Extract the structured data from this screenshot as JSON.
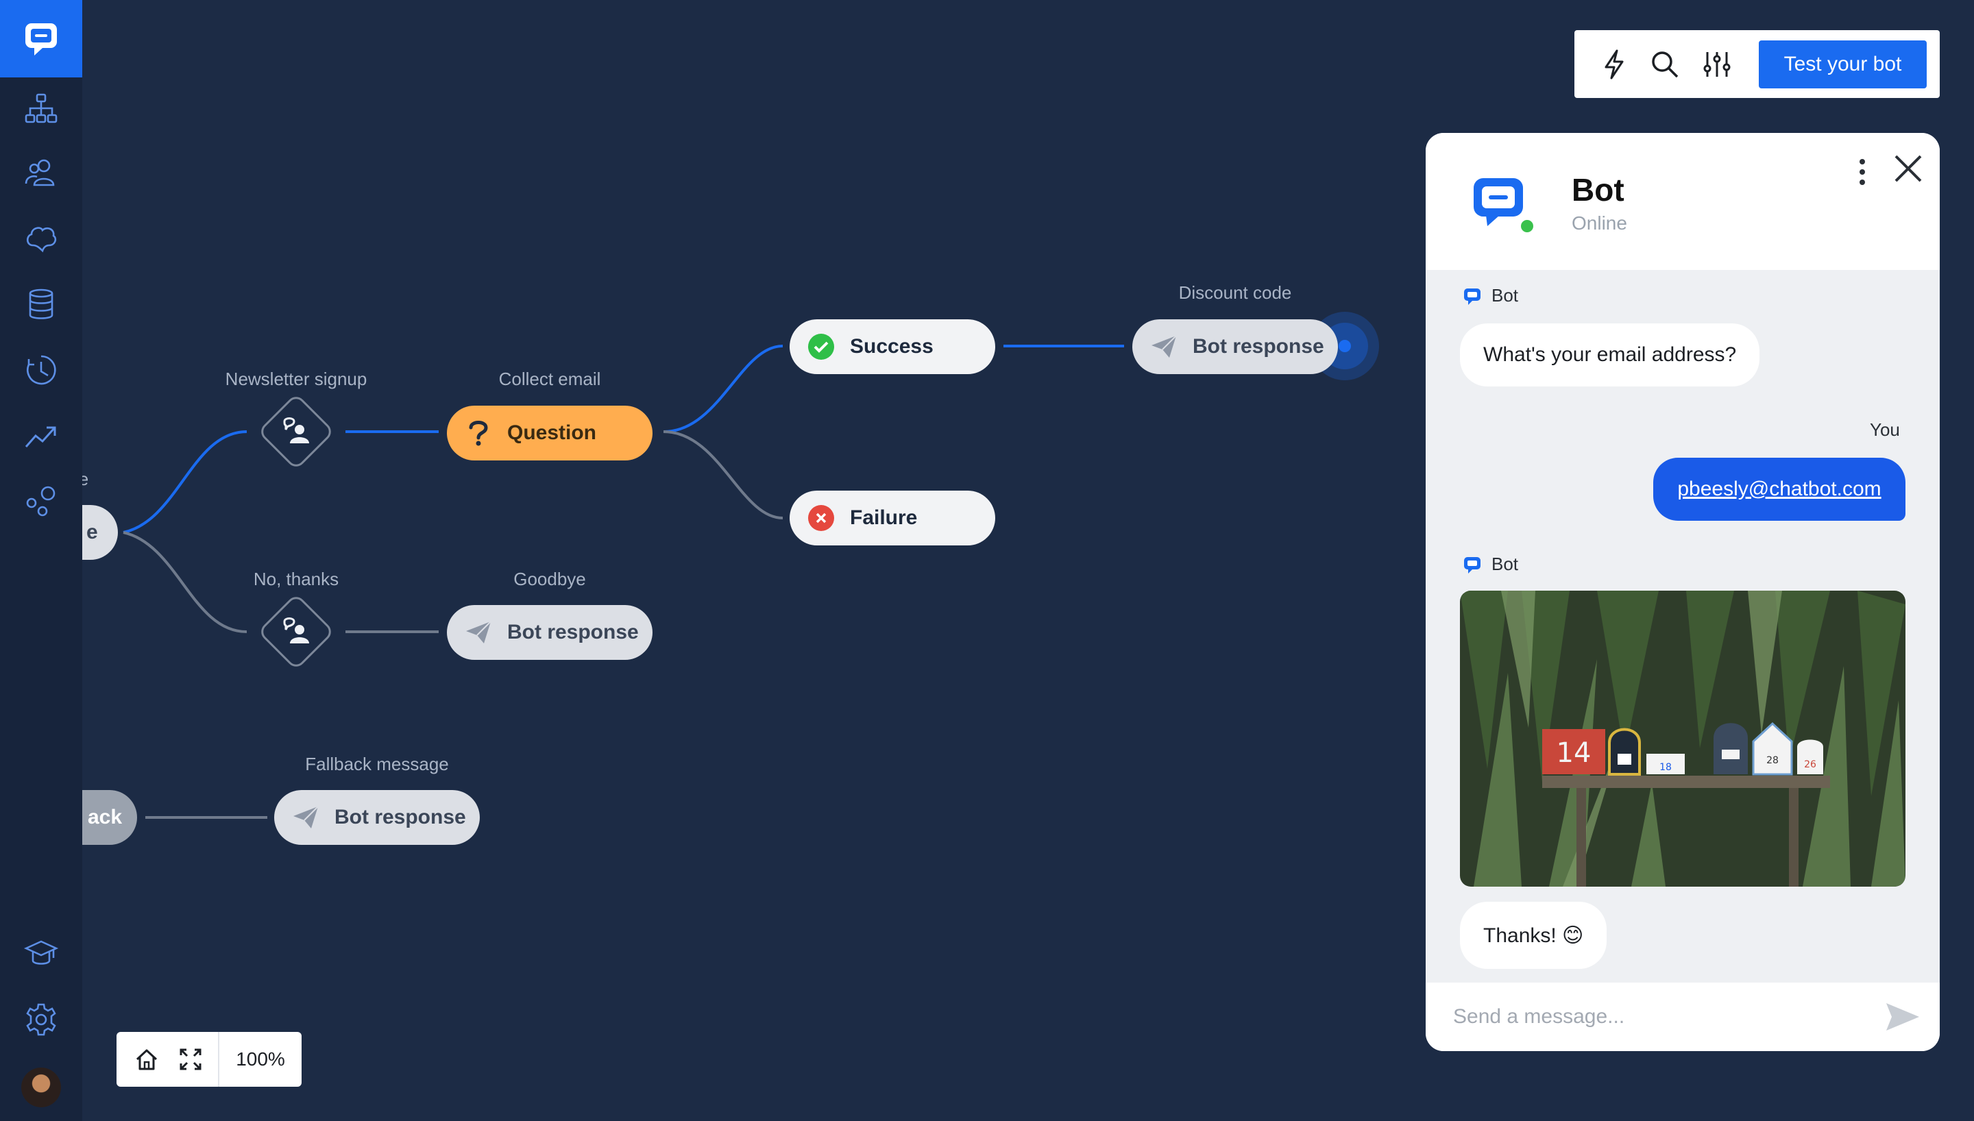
{
  "colors": {
    "canvas_bg": "#1c2b45",
    "sidebar_bg": "#17243c",
    "accent": "#1a6bf0",
    "question_node": "#ffad4f",
    "success": "#2fbf48",
    "failure": "#e5483e",
    "active_link": "#1a6bf0",
    "inactive_link": "#6f7a8c"
  },
  "sidebar": {
    "items": [
      {
        "icon": "chat-logo-icon"
      },
      {
        "icon": "flow-tree-icon"
      },
      {
        "icon": "users-icon"
      },
      {
        "icon": "brain-icon"
      },
      {
        "icon": "database-icon"
      },
      {
        "icon": "history-clock-icon"
      },
      {
        "icon": "trending-up-icon"
      },
      {
        "icon": "integrations-icon"
      },
      {
        "icon": "graduation-cap-icon"
      },
      {
        "icon": "gear-icon"
      },
      {
        "icon": "user-avatar"
      }
    ]
  },
  "flow": {
    "start_partial_label": "e",
    "start_partial_node": "e",
    "fallback_partial_node": "ack",
    "nodes": {
      "newsletter_signup": {
        "label": "Newsletter signup"
      },
      "collect_email": {
        "label": "Collect email",
        "text": "Question"
      },
      "success": {
        "text": "Success"
      },
      "failure": {
        "text": "Failure"
      },
      "discount_code": {
        "label": "Discount code",
        "text": "Bot response"
      },
      "no_thanks": {
        "label": "No, thanks"
      },
      "goodbye": {
        "label": "Goodbye",
        "text": "Bot response"
      },
      "fallback_message": {
        "label": "Fallback message",
        "text": "Bot response"
      }
    }
  },
  "toolbar": {
    "icons": [
      "lightning-icon",
      "search-icon",
      "sliders-icon"
    ],
    "test_bot_label": "Test your bot"
  },
  "chat": {
    "title": "Bot",
    "status": "Online",
    "messages": [
      {
        "sender": "Bot",
        "text": "What's your email address?"
      },
      {
        "sender": "You",
        "text": "pbeesly@chatbot.com"
      },
      {
        "sender": "Bot",
        "type": "image"
      },
      {
        "sender": "Bot",
        "text": "Thanks! 😊"
      }
    ],
    "input_placeholder": "Send a message..."
  },
  "zoom": {
    "level": "100%"
  }
}
